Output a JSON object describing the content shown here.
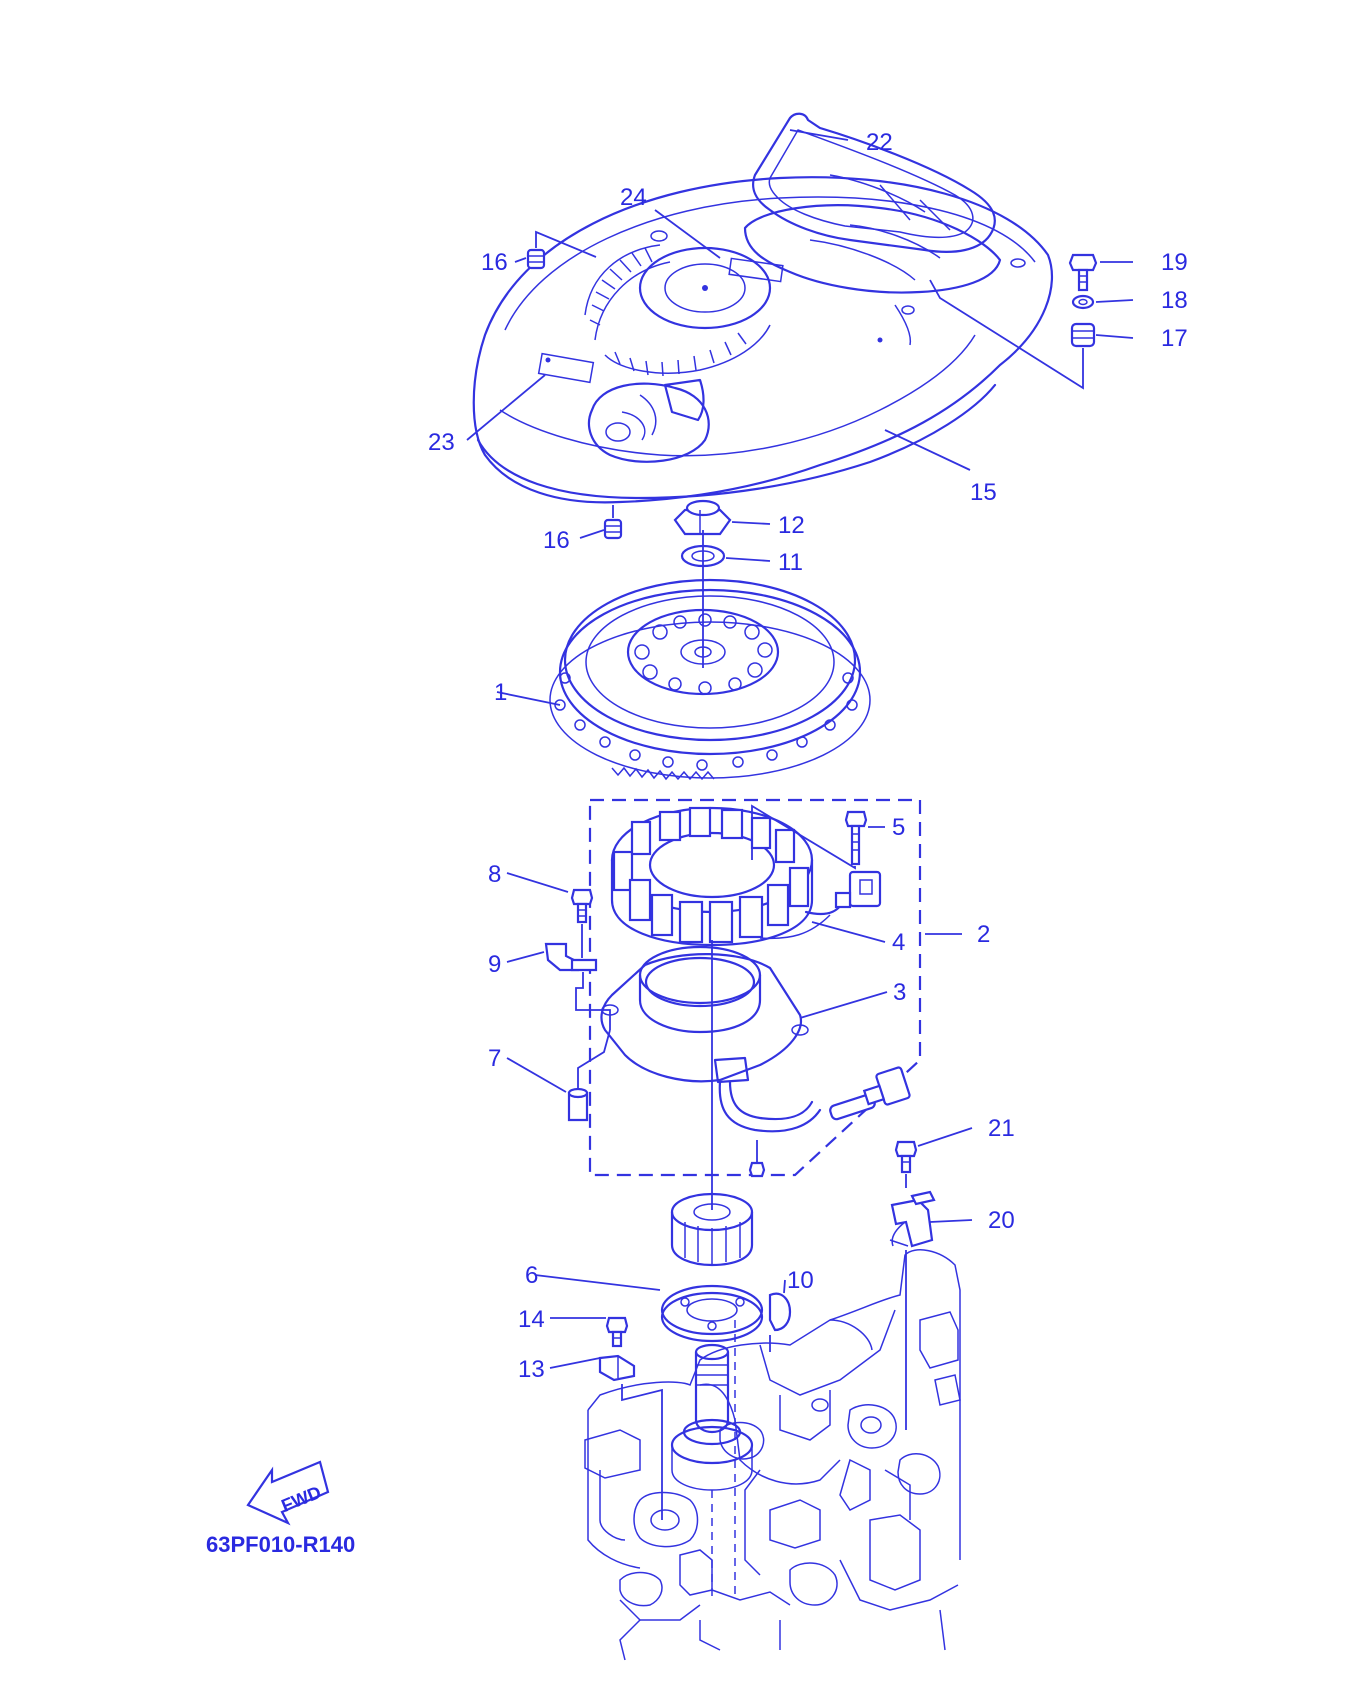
{
  "diagram": {
    "callouts": [
      "1",
      "2",
      "3",
      "4",
      "5",
      "6",
      "7",
      "8",
      "9",
      "10",
      "11",
      "12",
      "13",
      "14",
      "15",
      "16",
      "16",
      "17",
      "18",
      "19",
      "20",
      "21",
      "22",
      "23",
      "24"
    ],
    "fwd_label": "FWD",
    "drawing_code": "63PF010-R140",
    "color": "#3333e0"
  }
}
